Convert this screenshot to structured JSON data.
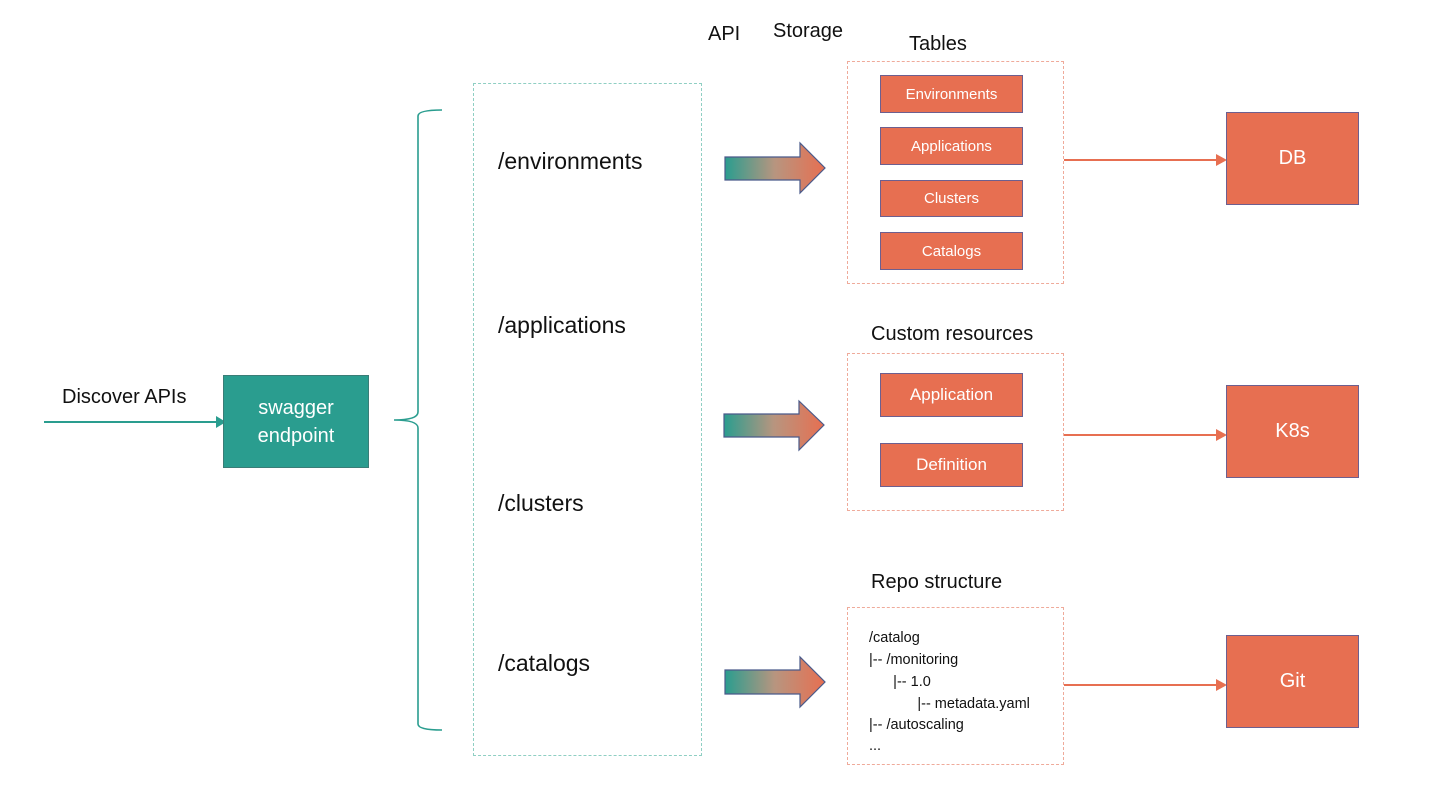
{
  "entry": {
    "label": "Discover APIs",
    "node_label_line1": "swagger",
    "node_label_line2": "endpoint"
  },
  "column_headers": {
    "api": "API",
    "storage": "Storage"
  },
  "api_paths": [
    "/environments",
    "/applications",
    "/clusters",
    "/catalogs"
  ],
  "storage_groups": {
    "tables": {
      "title": "Tables",
      "items": [
        "Environments",
        "Applications",
        "Clusters",
        "Catalogs"
      ],
      "target": "DB"
    },
    "custom_resources": {
      "title": "Custom resources",
      "items": [
        "Application",
        "Definition"
      ],
      "target": "K8s"
    },
    "repo_structure": {
      "title": "Repo structure",
      "lines": [
        "/catalog",
        "|-- /monitoring",
        "      |-- 1.0",
        "            |-- metadata.yaml",
        "|-- /autoscaling",
        "..."
      ],
      "target": "Git"
    }
  },
  "colors": {
    "teal": "#2a9d8f",
    "orange": "#e76f51",
    "teal_dashed": "#8fcfc3",
    "orange_dashed": "#efaa9a",
    "box_border": "#6d5f8f"
  }
}
